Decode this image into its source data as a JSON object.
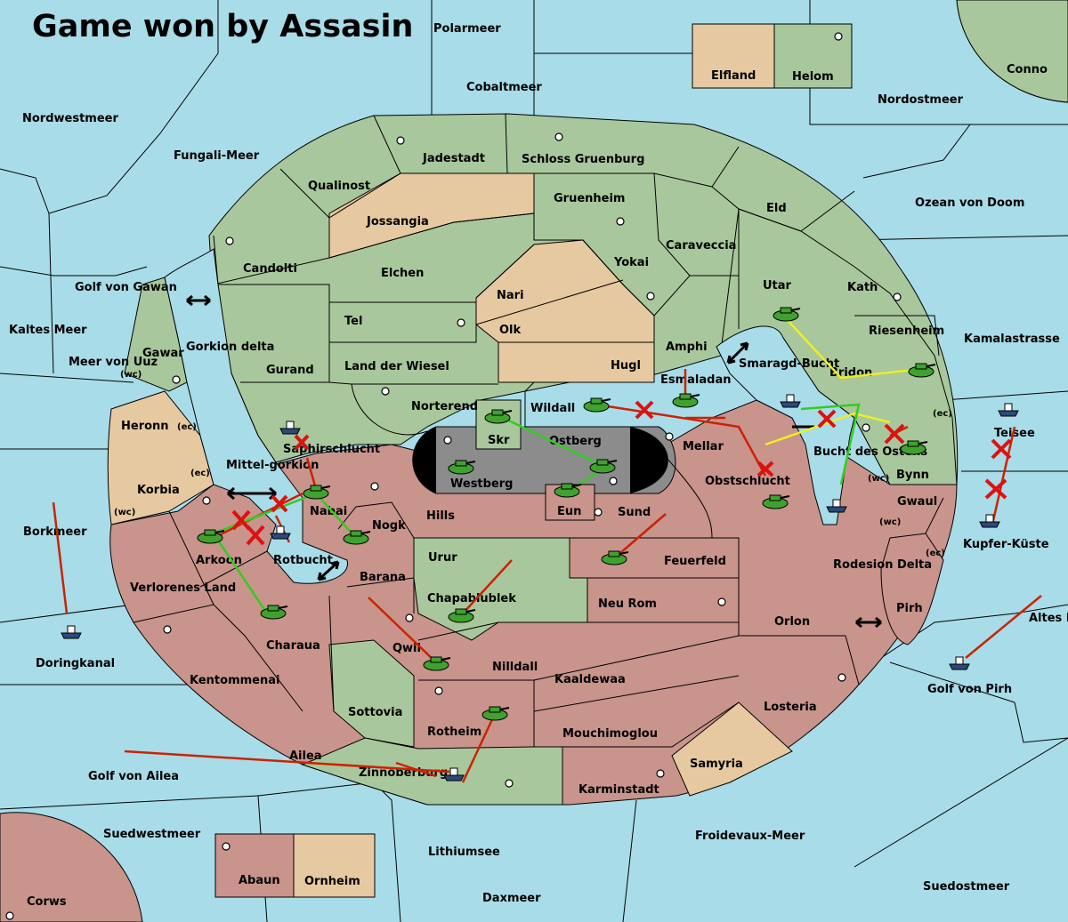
{
  "title": "Game won by Assasin",
  "colors": {
    "sea": "#a8dce8",
    "green_power": "#a9c79c",
    "red_power": "#c8948c",
    "neutral": "#e6c9a0",
    "gray_center": "#8c8c8c"
  },
  "regions": {
    "seas": [
      "Polarmeer",
      "Cobaltmeer",
      "Nordwestmeer",
      "Fungali-Meer",
      "Nordostmeer",
      "Conno",
      "Ozean von Doom",
      "Golf von Gawan",
      "Kaltes Meer",
      "Meer von Uuz",
      "Kamalastrasse",
      "Borkmeer",
      "Doringkanal",
      "Altes Meer",
      "Golf von Pirh",
      "Kupfer-Küste",
      "Golf von Ailea",
      "Suedwestmeer",
      "Lithiumsee",
      "Daxmeer",
      "Froidevaux-Meer",
      "Suedostmeer",
      "Corws",
      "Gorkion delta",
      "Mittel-gorkion",
      "Rotbucht",
      "Smaragd-Bucht",
      "Bucht des Ostens",
      "Rodesion Delta"
    ],
    "green": [
      "Helom",
      "Jadestadt",
      "Schloss Gruenburg",
      "Qualinost",
      "Gruenheim",
      "Eld",
      "Candolti",
      "Elchen",
      "Caraveccia",
      "Yokai",
      "Utar",
      "Kath",
      "Tel",
      "Gurand",
      "Land der Wiesel",
      "Riesenheim",
      "Amphi",
      "Esmaladan",
      "Norterend",
      "Wildall",
      "Gawar",
      "Urur",
      "Chapablublek",
      "Sottovia",
      "Zinnoberburg"
    ],
    "red": [
      "Bridon",
      "Mellar",
      "Obstschlucht",
      "Bynn",
      "Gwaul",
      "Pirh",
      "Saphirschlucht",
      "Nabai",
      "Nogk",
      "Hills",
      "Sund",
      "Feuerfeld",
      "Arkoon",
      "Barana",
      "Neu Rom",
      "Orlon",
      "Verlorenes Land",
      "Charaua",
      "Qwil",
      "Nilldall",
      "Kaaldewaa",
      "Kentommenai",
      "Losteria",
      "Rotheim",
      "Mouchimoglou",
      "Ailea",
      "Karminstadt",
      "Abaun",
      "Teisee"
    ],
    "neutral": [
      "Elfland",
      "Jossangia",
      "Nari",
      "Olk",
      "Hugl",
      "Heronn",
      "Korbia",
      "Samyria",
      "Ornheim"
    ],
    "center": [
      "Skr",
      "Ostberg",
      "Westberg",
      "Eun"
    ]
  },
  "coast_tags": {
    "wc": "(wc)",
    "ec": "(ec)"
  }
}
